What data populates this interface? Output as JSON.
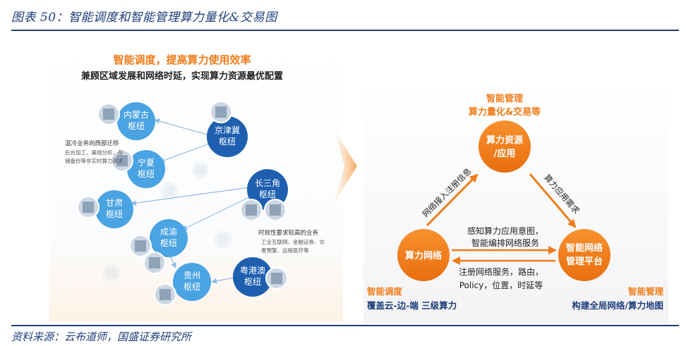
{
  "figure_title": "图表 50：智能调度和智能管理算力量化&交易图",
  "source": "资料来源：云布道师，国盛证券研究所",
  "left": {
    "headline": "智能调度，提高算力使用效率",
    "subheadline": "兼顾区域发展和网络时延，实现算力资源最优配置",
    "west_note": [
      "温冷业务向西部迁移",
      "后台加工、离线分析、存",
      "储备份等非实时算力需求"
    ],
    "latency_note": [
      "时效性要求较高的业务",
      "工业互联网、金融证券、灾",
      "害预警、远程医疗等"
    ],
    "west_nodes": [
      [
        "内蒙古",
        "枢纽"
      ],
      [
        "宁夏",
        "枢纽"
      ],
      [
        "甘肃",
        "枢纽"
      ],
      [
        "成渝",
        "枢纽"
      ],
      [
        "贵州",
        "枢纽"
      ]
    ],
    "east_nodes": [
      [
        "京津冀",
        "枢纽"
      ],
      [
        "长三角",
        "枢纽"
      ],
      [
        "粤港澳",
        "枢纽"
      ]
    ]
  },
  "right": {
    "top_caption": [
      "智能管理",
      "算力量化&交易等"
    ],
    "node_top": [
      "算力资源",
      "/应用"
    ],
    "node_left": [
      "算力网络"
    ],
    "node_right": [
      "智能网络",
      "管理平台"
    ],
    "edge_left": "网络接入注册信息",
    "edge_right": "算力应用需求",
    "center_upper": [
      "感知算力应用意图，",
      "智能编排网络服务"
    ],
    "center_lower": [
      "注册网络服务，路由，",
      "Policy，位置，时延等"
    ],
    "bottom_left": [
      "智能调度",
      "覆盖云-边-端 三级算力"
    ],
    "bottom_right": [
      "智能管理",
      "构建全局网络/算力地图"
    ]
  },
  "colors": {
    "title_blue": "#1f3f7a",
    "accent_orange": "#f07d1a",
    "node_light": "#4aa3e2",
    "node_dark": "#1f5fb0",
    "link_blue": "#8fbde6",
    "server_bg": "#ccd7e3"
  }
}
